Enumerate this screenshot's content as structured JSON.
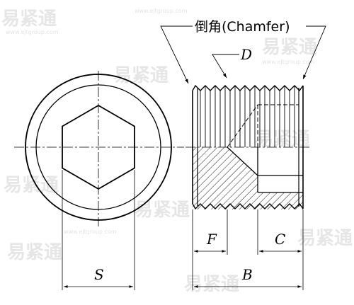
{
  "drawing": {
    "chamfer_label": "倒角(Chamfer)",
    "thread_diameter_label": "D",
    "width_across_flats_label": "S",
    "overall_length_label": "B",
    "thread_length_label": "F",
    "hex_depth_label": "C"
  },
  "watermark": {
    "text": "易紧通",
    "url": "www.ejtgroup.com"
  },
  "colors": {
    "line": "#000000",
    "hatch": "#000000",
    "watermark": "#c8c8c8"
  }
}
